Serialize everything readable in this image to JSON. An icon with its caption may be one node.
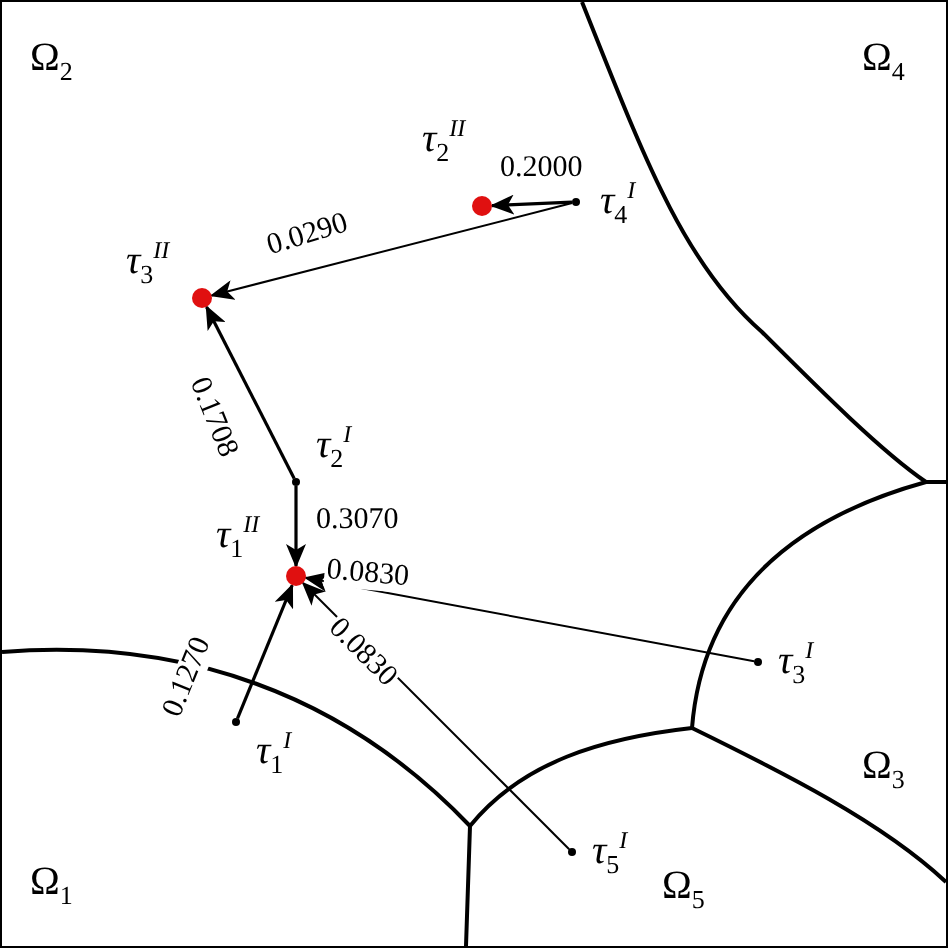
{
  "diagram": {
    "nodes": [
      {
        "text": [
          "τ$_{4}$$^{I}$"
        ]
      },
      {
        "text": [
          "τ$_{2}$$^{II}$"
        ]
      },
      {
        "text": [
          "τ$_{3}$$^{II}$"
        ]
      },
      {
        "text": [
          "τ$_{2}$$^{I}$"
        ]
      },
      {
        "text": [
          "τ$_{1}$$^{II}$"
        ]
      },
      {
        "text": [
          "τ$_{1}$$^{I}$"
        ]
      },
      {
        "text": [
          "τ$_{3}$$^{I}$"
        ]
      },
      {
        "text": [
          "τ$_{5}$$^{I}$"
        ]
      }
    ],
    "edges": [
      {
        "from": 0,
        "to": 1,
        "arrow": "to",
        "label": "0.2000"
      },
      {
        "from": 0,
        "to": 2,
        "arrow": "to",
        "label": "0.0290"
      },
      {
        "from": 3,
        "to": 2,
        "arrow": "to",
        "label": "0.1708"
      },
      {
        "from": 3,
        "to": 4,
        "arrow": "to",
        "label": "0.3070"
      },
      {
        "from": 6,
        "to": 4,
        "arrow": "to",
        "label": "0.0830"
      },
      {
        "from": 7,
        "to": 4,
        "arrow": "to",
        "label": "0.0830"
      },
      {
        "from": 5,
        "to": 4,
        "arrow": "to",
        "label": "0.1270"
      }
    ],
    "labels": [
      "Ω$_{2}$",
      "Ω$_{4}$",
      "Ω$_{3}$",
      "Ω$_{1}$",
      "Ω$_{5}$"
    ]
  }
}
